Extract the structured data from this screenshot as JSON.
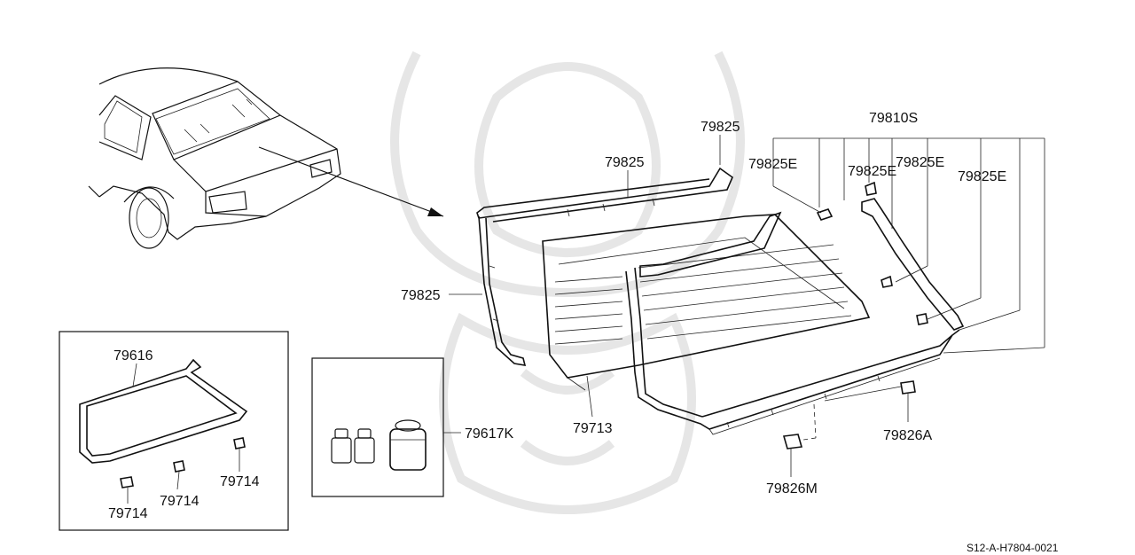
{
  "labels": {
    "molding_top_left": "79825",
    "molding_top_right": "79825",
    "molding_side": "79825",
    "fastener_set": "79810S",
    "fastener_1": "79825E",
    "fastener_2": "79825E",
    "fastener_3": "79825E",
    "fastener_4": "79825E",
    "glass": "79713",
    "dam_rubber": "79616",
    "spacer_1": "79714",
    "spacer_2": "79714",
    "spacer_3": "79714",
    "adhesive_kit": "79617K",
    "clip_a": "79826A",
    "clip_m": "79826M"
  },
  "diagram_code": "S12-A-H7804-0021",
  "colors": {
    "ink": "#111111",
    "watermark": "#e6e6e6",
    "background": "#ffffff"
  }
}
